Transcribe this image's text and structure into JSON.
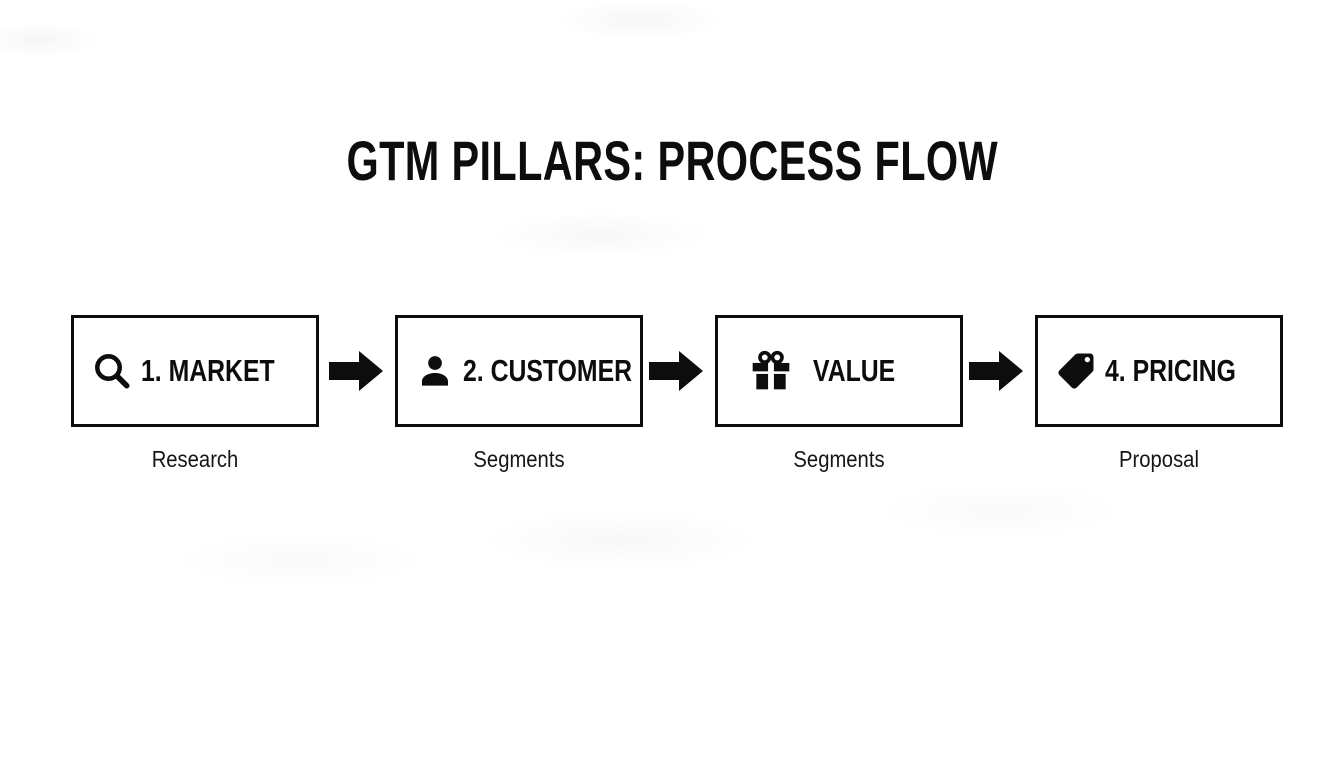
{
  "title": "GTM PILLARS: PROCESS FLOW",
  "flow": {
    "steps": [
      {
        "icon": "magnifier-icon",
        "label": "1. MARKET",
        "sublabel": "Research"
      },
      {
        "icon": "person-icon",
        "label": "2. CUSTOMER",
        "sublabel": "Segments"
      },
      {
        "icon": "gift-icon",
        "label": "VALUE",
        "sublabel": "Segments"
      },
      {
        "icon": "tag-icon",
        "label": "4. PRICING",
        "sublabel": "Proposal"
      }
    ]
  },
  "colors": {
    "ink": "#0d0d0d",
    "background": "#ffffff"
  }
}
